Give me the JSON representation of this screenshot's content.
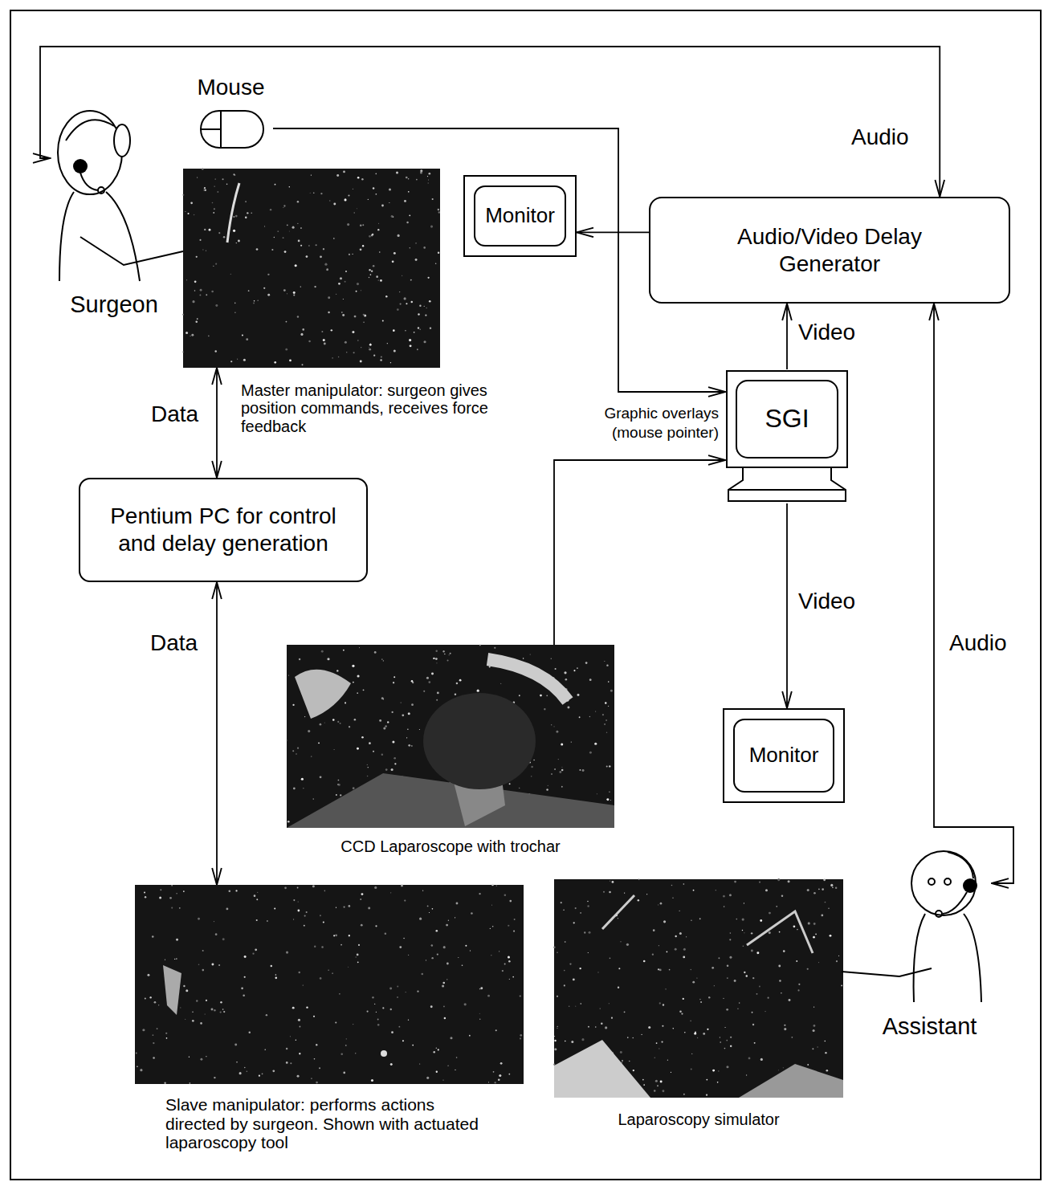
{
  "diagram": {
    "nodes": [
      {
        "text": [
          "Surgeon"
        ]
      },
      {
        "text": [
          "Mouse"
        ]
      },
      {
        "text": [
          "Master manipulator: surgeon gives position commands, receives force feedback"
        ]
      },
      {
        "text": [
          "Monitor"
        ]
      },
      {
        "text": [
          "Audio/Video Delay Generator"
        ]
      },
      {
        "text": [
          "SGI"
        ]
      },
      {
        "text": [
          "Pentium PC for control and delay generation"
        ]
      },
      {
        "text": [
          "CCD Laparoscope with trochar"
        ]
      },
      {
        "text": [
          "Monitor"
        ]
      },
      {
        "text": [
          "Slave manipulator: performs actions directed by surgeon. Shown with actuated laparoscopy tool"
        ]
      },
      {
        "text": [
          "Laparoscopy simulator"
        ]
      },
      {
        "text": [
          "Assistant"
        ]
      }
    ],
    "edges": [
      {
        "from": 0,
        "to": 4,
        "arrow": "both",
        "label": "Audio"
      },
      {
        "from": 4,
        "to": 11,
        "arrow": "both",
        "label": "Audio"
      },
      {
        "from": 1,
        "to": 5,
        "arrow": "to"
      },
      {
        "from": 4,
        "to": 3,
        "arrow": "to"
      },
      {
        "from": 5,
        "to": 4,
        "arrow": "to",
        "label": "Video"
      },
      {
        "from": 2,
        "to": 6,
        "arrow": "both",
        "label": "Data"
      },
      {
        "from": 6,
        "to": 9,
        "arrow": "both",
        "label": "Data"
      },
      {
        "from": 7,
        "to": 5,
        "arrow": "to"
      },
      {
        "from": 5,
        "to": 8,
        "arrow": "to",
        "label": "Video"
      }
    ],
    "labels": [
      "Graphic overlays (mouse pointer)"
    ]
  }
}
